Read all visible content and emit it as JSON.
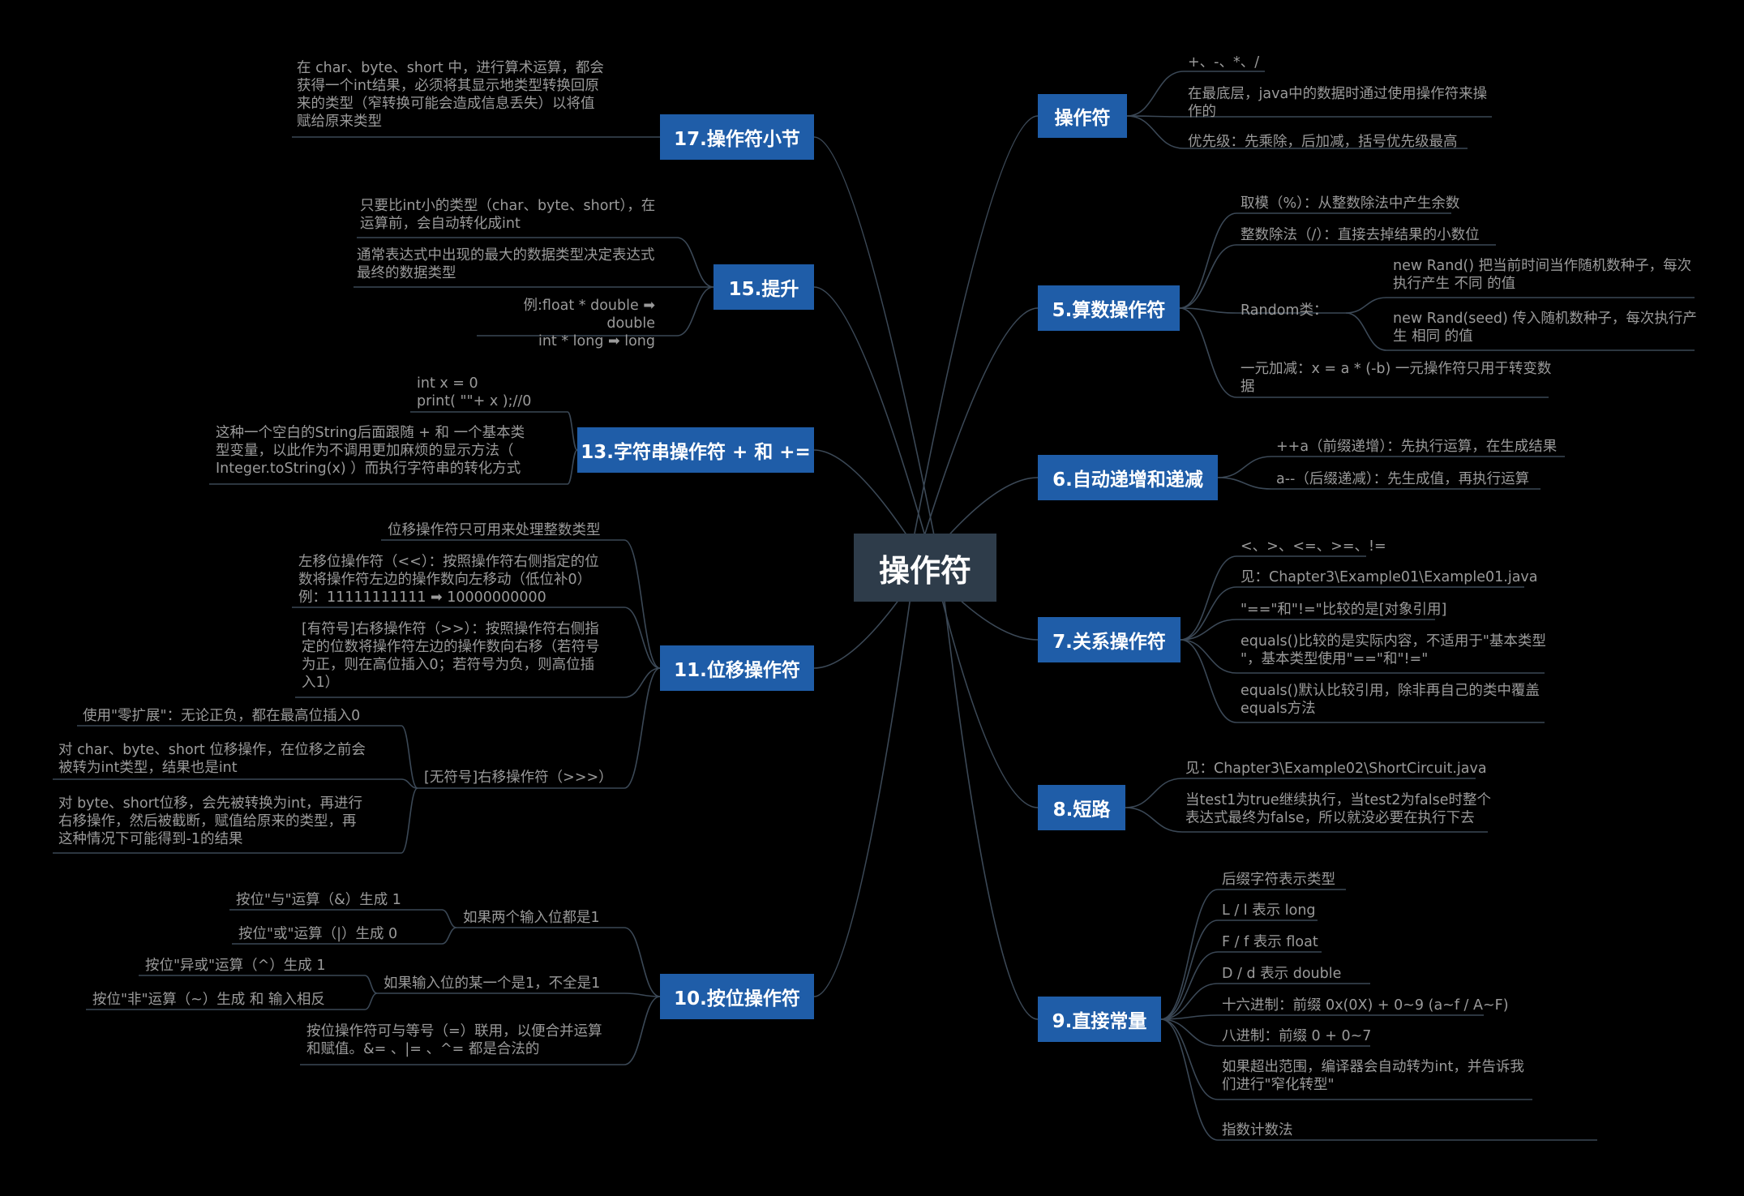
{
  "central": "操作符",
  "topics": {
    "t1": "操作符",
    "t5": "5.算数操作符",
    "t6": "6.自动递增和递减",
    "t7": "7.关系操作符",
    "t8": "8.短路",
    "t9": "9.直接常量",
    "t10": "10.按位操作符",
    "t11": "11.位移操作符",
    "t13": "13.字符串操作符 + 和 +=",
    "t15": "15.提升",
    "t17": "17.操作符小节"
  },
  "leaves": {
    "op1": "+、-、*、/",
    "op2": "在最底层，java中的数据时通过使用操作符来操\n作的",
    "op3": "优先级：先乘除，后加减，括号优先级最高",
    "ar1": "取模（%）：从整数除法中产生余数",
    "ar2": "整数除法（/）：直接去掉结果的小数位",
    "ar3": "Random类：",
    "ar3a": "new Rand() 把当前时间当作随机数种子，每次\n执行产生 不同 的值",
    "ar3b": "new Rand(seed) 传入随机数种子，每次执行产\n生 相同 的值",
    "ar4": "一元加减：x = a * (-b) 一元操作符只用于转变数\n据",
    "inc1": "++a（前缀递增）：先执行运算，在生成结果",
    "inc2": "a--（后缀递减）：先生成值，再执行运算",
    "rel1": "<、>、<=、>=、!=",
    "rel2": "见：Chapter3\\Example01\\Example01.java",
    "rel3": "\"==\"和\"!=\"比较的是[对象引用]",
    "rel4": "equals()比较的是实际内容，不适用于\"基本类型\n\"，基本类型使用\"==\"和\"!=\"",
    "rel5": "equals()默认比较引用，除非再自己的类中覆盖\nequals方法",
    "sc1": "见：Chapter3\\Example02\\ShortCircuit.java",
    "sc2": "当test1为true继续执行，当test2为false时整个\n表达式最终为false，所以就没必要在执行下去",
    "lit1": "后缀字符表示类型",
    "lit2": "L / l 表示 long",
    "lit3": "F / f 表示 float",
    "lit4": "D / d 表示 double",
    "lit5": "十六进制：前缀 0x(0X) + 0~9 (a~f / A~F)",
    "lit6": "八进制：前缀 0 + 0~7",
    "lit7": "如果超出范围，编译器会自动转为int，并告诉我\n们进行\"窄化转型\"",
    "lit8": "指数计数法",
    "s17": "在 char、byte、short 中，进行算术运算，都会\n获得一个int结果，必须将其显示地类型转换回原\n来的类型（窄转换可能会造成信息丢失）以将值\n赋给原来类型",
    "p1": "只要比int小的类型（char、byte、short），在\n运算前，会自动转化成int",
    "p2": "通常表达式中出现的最大的数据类型决定表达式\n最终的数据类型",
    "p3": "例:float * double ➡ double\nint    * long ➡ long",
    "str1": "int x = 0\nprint( \"\"+ x );//0",
    "str2": "这种一个空白的String后面跟随 + 和 一个基本类\n型变量，以此作为不调用更加麻烦的显示方法（\nInteger.toString(x) ）而执行字符串的转化方式",
    "sh1": "位移操作符只可用来处理整数类型",
    "sh2": "左移位操作符（<<）：按照操作符右侧指定的位\n数将操作符左边的操作数向左移动（低位补0）\n例：11111111111 ➡ 10000000000",
    "sh3": "[有符号]右移操作符（>>）：按照操作符右侧指\n定的位数将操作符左边的操作数向右移（若符号\n为正，则在高位插入0；若符号为负，则高位插\n入1）",
    "sh4": "[无符号]右移操作符（>>>）",
    "sh4a": "使用\"零扩展\"：无论正负，都在最高位插入0",
    "sh4b": "对 char、byte、short 位移操作，在位移之前会\n被转为int类型，结果也是int",
    "sh4c": "对 byte、short位移，会先被转换为int，再进行\n右移操作，然后被截断，赋值给原来的类型，再\n这种情况下可能得到-1的结果",
    "bw1": "如果两个输入位都是1",
    "bw1a": "按位\"与\"运算（&）生成 1",
    "bw1b": "按位\"或\"运算（|）生成 0",
    "bw2": "如果输入位的某一个是1，不全是1",
    "bw2a": "按位\"异或\"运算（^）生成 1",
    "bw2b": "按位\"非\"运算（~）生成 和 输入相反",
    "bw3": "按位操作符可与等号（=）联用，以便合并运算\n和赋值。&= 、|= 、^= 都是合法的"
  },
  "colors": {
    "background": "#000000",
    "central": "#2e3c4a",
    "topic": "#1f5da8",
    "line": "#3b4856",
    "leaf_text": "#9a9a9a"
  }
}
